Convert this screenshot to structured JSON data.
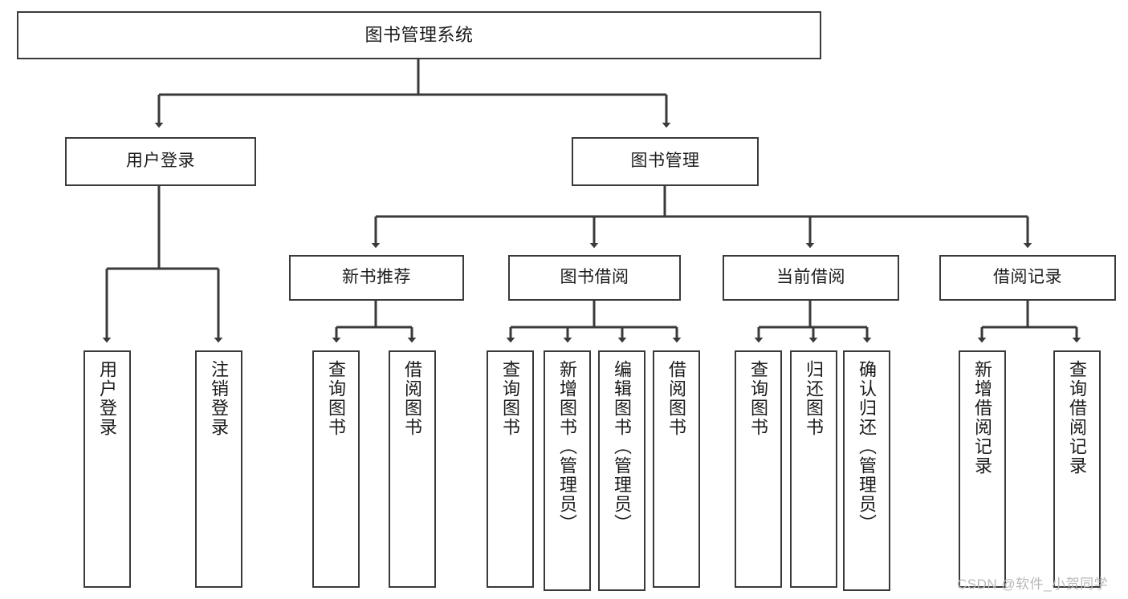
{
  "diagram": {
    "title": "图书管理系统",
    "type": "hierarchy-tree",
    "watermark": "CSDN @软件_小贺同学",
    "colors": {
      "stroke": "#3a3a3a",
      "fill": "#ffffff",
      "text": "#1b1b1b",
      "watermark": "#b9b9b9"
    },
    "nodes": {
      "root": {
        "label": "图书管理系统"
      },
      "level2": [
        {
          "id": "user-login",
          "label": "用户登录"
        },
        {
          "id": "book-manage",
          "label": "图书管理"
        }
      ],
      "level3": [
        {
          "id": "new-book-recommend",
          "label": "新书推荐"
        },
        {
          "id": "book-borrow",
          "label": "图书借阅"
        },
        {
          "id": "current-borrow",
          "label": "当前借阅"
        },
        {
          "id": "borrow-record",
          "label": "借阅记录"
        }
      ],
      "leaves": {
        "user-login": [
          {
            "id": "leaf-user-login",
            "label": "用户登录"
          },
          {
            "id": "leaf-logout-login",
            "label": "注销登录"
          }
        ],
        "new-book-recommend": [
          {
            "id": "leaf-query-book-1",
            "label": "查询图书"
          },
          {
            "id": "leaf-borrow-book-1",
            "label": "借阅图书"
          }
        ],
        "book-borrow": [
          {
            "id": "leaf-query-book-2",
            "label": "查询图书"
          },
          {
            "id": "leaf-add-book-admin",
            "label": "新增图书（管理员）"
          },
          {
            "id": "leaf-edit-book-admin",
            "label": "编辑图书（管理员）"
          },
          {
            "id": "leaf-borrow-book-2",
            "label": "借阅图书"
          }
        ],
        "current-borrow": [
          {
            "id": "leaf-query-book-3",
            "label": "查询图书"
          },
          {
            "id": "leaf-return-book",
            "label": "归还图书"
          },
          {
            "id": "leaf-confirm-return-admin",
            "label": "确认归还（管理员）"
          }
        ],
        "borrow-record": [
          {
            "id": "leaf-add-borrow-record",
            "label": "新增借阅记录"
          },
          {
            "id": "leaf-query-borrow-record",
            "label": "查询借阅记录"
          }
        ]
      }
    }
  }
}
